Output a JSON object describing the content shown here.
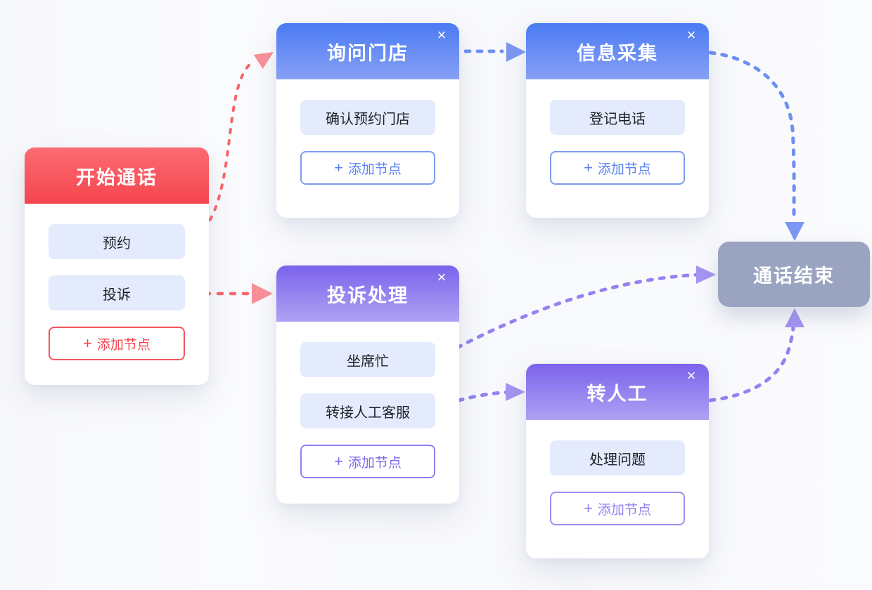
{
  "ui": {
    "plus_icon": "+",
    "close_icon": "×"
  },
  "colors": {
    "start_header_top": "#FC6B72",
    "start_header_bottom": "#F5454F",
    "blue_header_top": "#4A7BF3",
    "blue_header_bottom": "#87A0F5",
    "purple_header_top": "#7C63EC",
    "purple_header_bottom": "#AEA2F3",
    "end_node_bg": "#9AA4C0",
    "pill_bg": "#E4EBFC",
    "edge_red": "#F8656D",
    "edge_blue": "#6E8FF3",
    "edge_purple": "#9383F0",
    "dot_red": "#F5404B",
    "dot_purple": "#7A5FE8",
    "arrow_red": "#FA9098",
    "arrow_blue": "#7C96F4",
    "arrow_purple": "#A494F3"
  },
  "nodes": {
    "start": {
      "title": "开始通话",
      "items": [
        "预约",
        "投诉"
      ],
      "add_label": "添加节点"
    },
    "ask_store": {
      "title": "询问门店",
      "items": [
        "确认预约门店"
      ],
      "add_label": "添加节点"
    },
    "info_collect": {
      "title": "信息采集",
      "items": [
        "登记电话"
      ],
      "add_label": "添加节点"
    },
    "complaint": {
      "title": "投诉处理",
      "items": [
        "坐席忙",
        "转接人工客服"
      ],
      "add_label": "添加节点"
    },
    "to_human": {
      "title": "转人工",
      "items": [
        "处理问题"
      ],
      "add_label": "添加节点"
    },
    "end": {
      "title": "通话结束"
    }
  },
  "edges": [
    {
      "from": "开始通话/预约",
      "to": "询问门店",
      "color": "#F8656D",
      "style": "dashed"
    },
    {
      "from": "开始通话/投诉",
      "to": "投诉处理",
      "color": "#F8656D",
      "style": "dashed"
    },
    {
      "from": "询问门店",
      "to": "信息采集",
      "color": "#6E8FF3",
      "style": "dashed"
    },
    {
      "from": "信息采集",
      "to": "通话结束",
      "color": "#6E8FF3",
      "style": "dashed"
    },
    {
      "from": "投诉处理/坐席忙",
      "to": "通话结束",
      "color": "#9383F0",
      "style": "dashed"
    },
    {
      "from": "投诉处理/转接人工客服",
      "to": "转人工",
      "color": "#9383F0",
      "style": "dashed"
    },
    {
      "from": "转人工",
      "to": "通话结束",
      "color": "#9383F0",
      "style": "dashed"
    }
  ]
}
